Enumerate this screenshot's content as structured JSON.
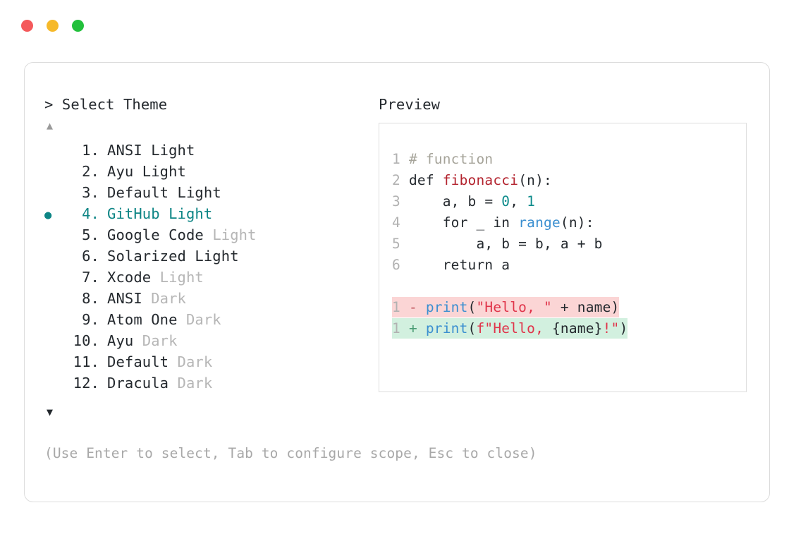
{
  "window": {
    "dots": [
      {
        "name": "close-dot",
        "color": "#f4595b"
      },
      {
        "name": "minimize-dot",
        "color": "#f6b92a"
      },
      {
        "name": "maximize-dot",
        "color": "#22c03c"
      }
    ]
  },
  "left_panel": {
    "title": "> Select Theme",
    "scroll_up": "▲",
    "scroll_down": "▼",
    "selected_index": 4,
    "selected_bullet": "●",
    "accent_color": "#0d8585",
    "items": [
      {
        "index": "1.",
        "name": "ANSI",
        "variant": "Light",
        "variant_dim": false,
        "selected": false
      },
      {
        "index": "2.",
        "name": "Ayu",
        "variant": "Light",
        "variant_dim": false,
        "selected": false
      },
      {
        "index": "3.",
        "name": "Default",
        "variant": "Light",
        "variant_dim": false,
        "selected": false
      },
      {
        "index": "4.",
        "name": "GitHub",
        "variant": "Light",
        "variant_dim": false,
        "selected": true
      },
      {
        "index": "5.",
        "name": "Google Code",
        "variant": "Light",
        "variant_dim": true,
        "selected": false
      },
      {
        "index": "6.",
        "name": "Solarized",
        "variant": "Light",
        "variant_dim": false,
        "selected": false
      },
      {
        "index": "7.",
        "name": "Xcode",
        "variant": "Light",
        "variant_dim": true,
        "selected": false
      },
      {
        "index": "8.",
        "name": "ANSI",
        "variant": "Dark",
        "variant_dim": true,
        "selected": false
      },
      {
        "index": "9.",
        "name": "Atom One",
        "variant": "Dark",
        "variant_dim": true,
        "selected": false
      },
      {
        "index": "10.",
        "name": "Ayu",
        "variant": "Dark",
        "variant_dim": true,
        "selected": false
      },
      {
        "index": "11.",
        "name": "Default",
        "variant": "Dark",
        "variant_dim": true,
        "selected": false
      },
      {
        "index": "12.",
        "name": "Dracula",
        "variant": "Dark",
        "variant_dim": true,
        "selected": false
      }
    ]
  },
  "right_panel": {
    "title": "Preview",
    "code_lines": [
      {
        "num": "1",
        "tokens": [
          {
            "t": "# function",
            "c": "comment"
          }
        ]
      },
      {
        "num": "2",
        "tokens": [
          {
            "t": "def ",
            "c": "keyword"
          },
          {
            "t": "fibonacci",
            "c": "fname"
          },
          {
            "t": "(n):",
            "c": "plain"
          }
        ]
      },
      {
        "num": "3",
        "tokens": [
          {
            "t": "    a, b = ",
            "c": "plain"
          },
          {
            "t": "0",
            "c": "number"
          },
          {
            "t": ", ",
            "c": "plain"
          },
          {
            "t": "1",
            "c": "number"
          }
        ]
      },
      {
        "num": "4",
        "tokens": [
          {
            "t": "    for _ in ",
            "c": "plain"
          },
          {
            "t": "range",
            "c": "builtin"
          },
          {
            "t": "(n):",
            "c": "plain"
          }
        ]
      },
      {
        "num": "5",
        "tokens": [
          {
            "t": "        a, b = b, a + b",
            "c": "plain"
          }
        ]
      },
      {
        "num": "6",
        "tokens": [
          {
            "t": "    return a",
            "c": "plain"
          }
        ]
      }
    ],
    "diff_lines": [
      {
        "num": "1",
        "marker": "-",
        "kind": "del",
        "tokens": [
          {
            "t": "print",
            "c": "builtin"
          },
          {
            "t": "(",
            "c": "plain"
          },
          {
            "t": "\"Hello, \"",
            "c": "string"
          },
          {
            "t": " + name)",
            "c": "plain"
          }
        ]
      },
      {
        "num": "1",
        "marker": "+",
        "kind": "add",
        "tokens": [
          {
            "t": "print",
            "c": "builtin"
          },
          {
            "t": "(",
            "c": "plain"
          },
          {
            "t": "f\"Hello, ",
            "c": "string"
          },
          {
            "t": "{name}",
            "c": "plain"
          },
          {
            "t": "!\"",
            "c": "string"
          },
          {
            "t": ")",
            "c": "plain"
          }
        ]
      }
    ]
  },
  "footer": {
    "hint": "(Use Enter to select, Tab to configure scope, Esc to close)"
  }
}
